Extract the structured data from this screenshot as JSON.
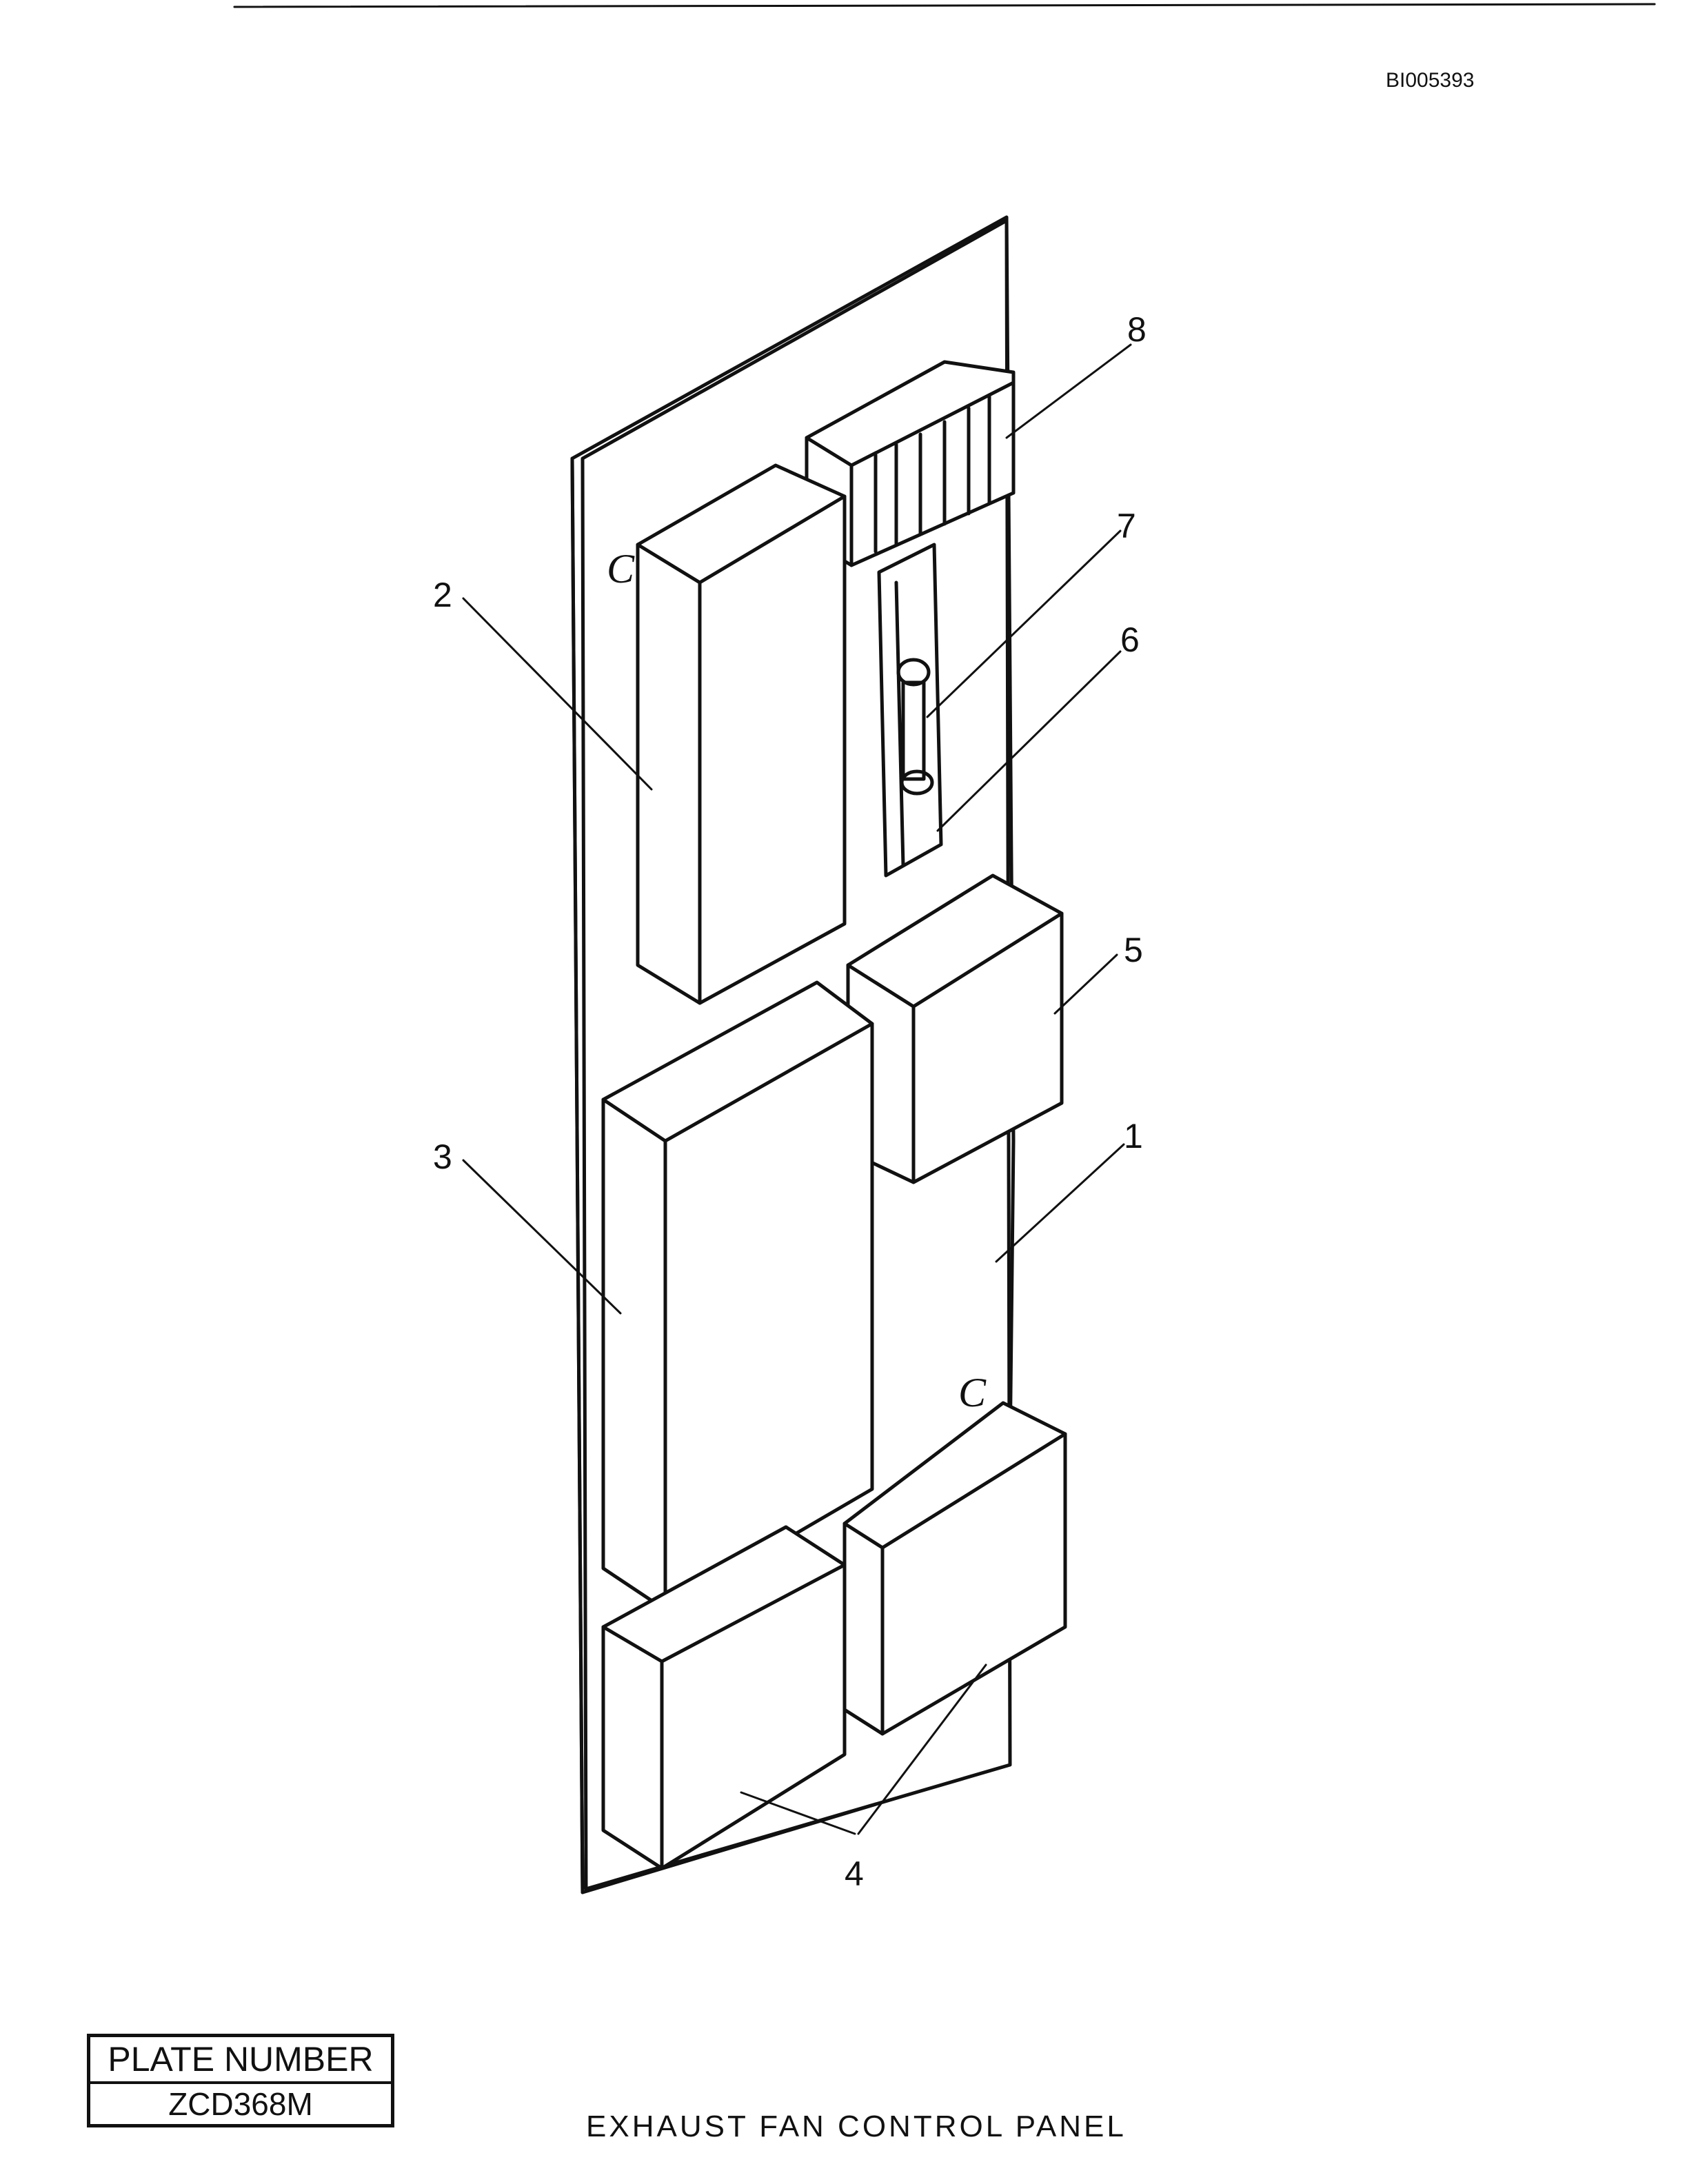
{
  "document": {
    "id": "BI005393"
  },
  "callouts": [
    "1",
    "2",
    "3",
    "4",
    "5",
    "6",
    "7",
    "8"
  ],
  "plate": {
    "label": "PLATE NUMBER",
    "value": "ZCD368M"
  },
  "caption": "EXHAUST FAN CONTROL PANEL"
}
